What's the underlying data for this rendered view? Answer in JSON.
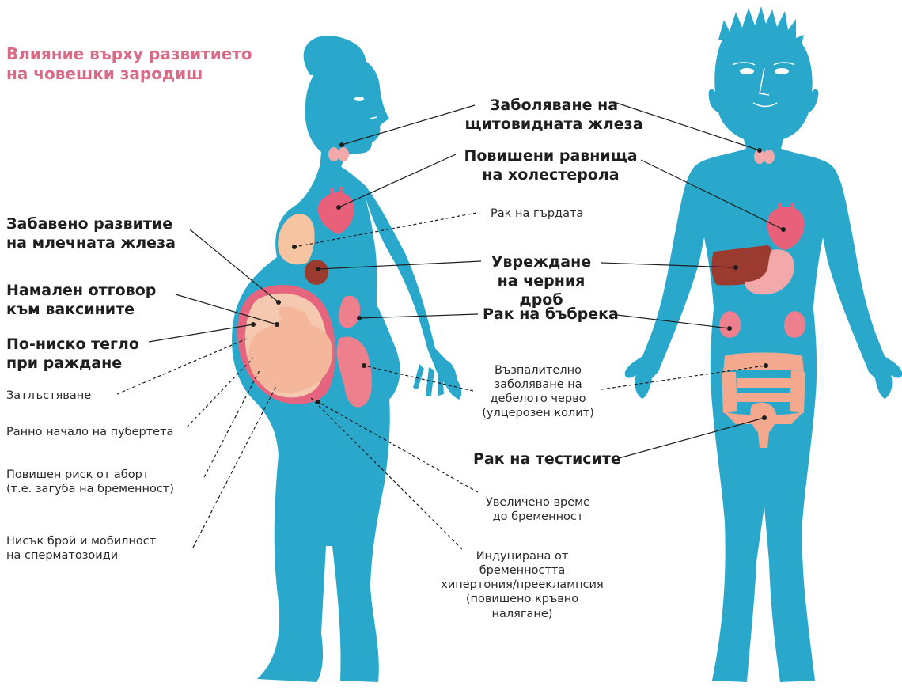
{
  "title": "Влияние върху развитието\nна човешки зародиш",
  "colors": {
    "body": "#2aa8cc",
    "uterus": "#e5647e",
    "fetus": "#f4b79b",
    "organ_pink": "#ee7f8c",
    "heart": "#e9607a",
    "liver": "#9b3a2e",
    "breast": "#f7c4a2",
    "stomach": "#f3a8aa",
    "title": "#d86c86"
  },
  "labels": {
    "thyroid": "Заболяване на\nщитовидната жлеза",
    "cholesterol": "Повишени равнища\nна холестерола",
    "heart_cancer": "Рак на гърдата",
    "liver": "Увреждане\nна черния дроб",
    "kidney": "Рак на бъбрека",
    "colitis": "Възпалително\nзаболяване на\nдебелото черво\n(улцерозен колит)",
    "testis": "Рак на тестисите",
    "pregnancy_time": "Увеличено време\nдо бременност",
    "hypertension": "Индуцирана от\nбременността\nхипертония/прееклампсия\n(повишено кръвно\nналягане)",
    "mammary": "Забавено развитие\nна млечната жлеза",
    "vaccines": "Намален отговор\nкъм ваксините",
    "birth_weight": "По-ниско тегло\nпри раждане",
    "obesity": "Затлъстяване",
    "puberty": "Ранно начало на пубертета",
    "miscarriage": "Повишен риск от аборт\n(т.е. загуба на бременност)",
    "sperm": "Нисък брой и мобилност\nна сперматозоиди"
  }
}
